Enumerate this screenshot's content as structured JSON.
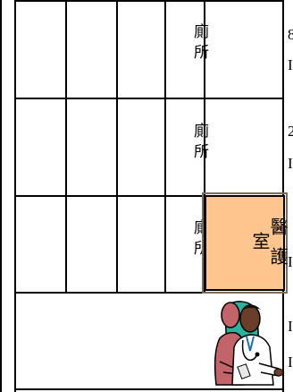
{
  "rooms": {
    "toilet_1": "廁所",
    "toilet_2": "廁所",
    "toilet_3": "廁所",
    "health_room": "醫護室"
  },
  "right_edge_text": [
    "8",
    "I",
    "2",
    "I",
    "I",
    "I",
    "I"
  ],
  "icons": {
    "clipart": "doctor-nurse-icon"
  },
  "colors": {
    "health_room_fill": "#fec58f",
    "lines": "#000000"
  }
}
